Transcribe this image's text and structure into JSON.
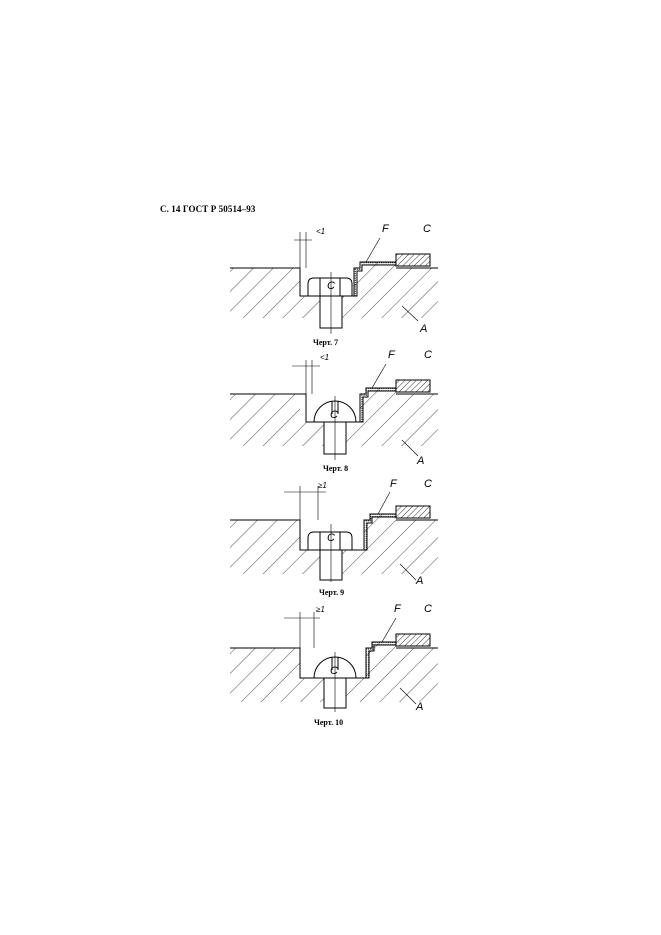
{
  "header": "С. 14 ГОСТ Р 50514–93",
  "figures": [
    {
      "caption": "Черт. 7",
      "dimension": "<1",
      "label_f": "F",
      "label_c_top": "C",
      "label_c_bolt": "C",
      "label_a": "A"
    },
    {
      "caption": "Черт. 8",
      "dimension": "<1",
      "label_f": "F",
      "label_c_top": "C",
      "label_c_bolt": "C",
      "label_a": "A"
    },
    {
      "caption": "Черт. 9",
      "dimension": "≥1",
      "label_f": "F",
      "label_c_top": "C",
      "label_c_bolt": "C",
      "label_a": "A"
    },
    {
      "caption": "Черт. 10",
      "dimension": "≥1",
      "label_f": "F",
      "label_c_top": "C",
      "label_c_bolt": "C",
      "label_a": "A"
    }
  ]
}
